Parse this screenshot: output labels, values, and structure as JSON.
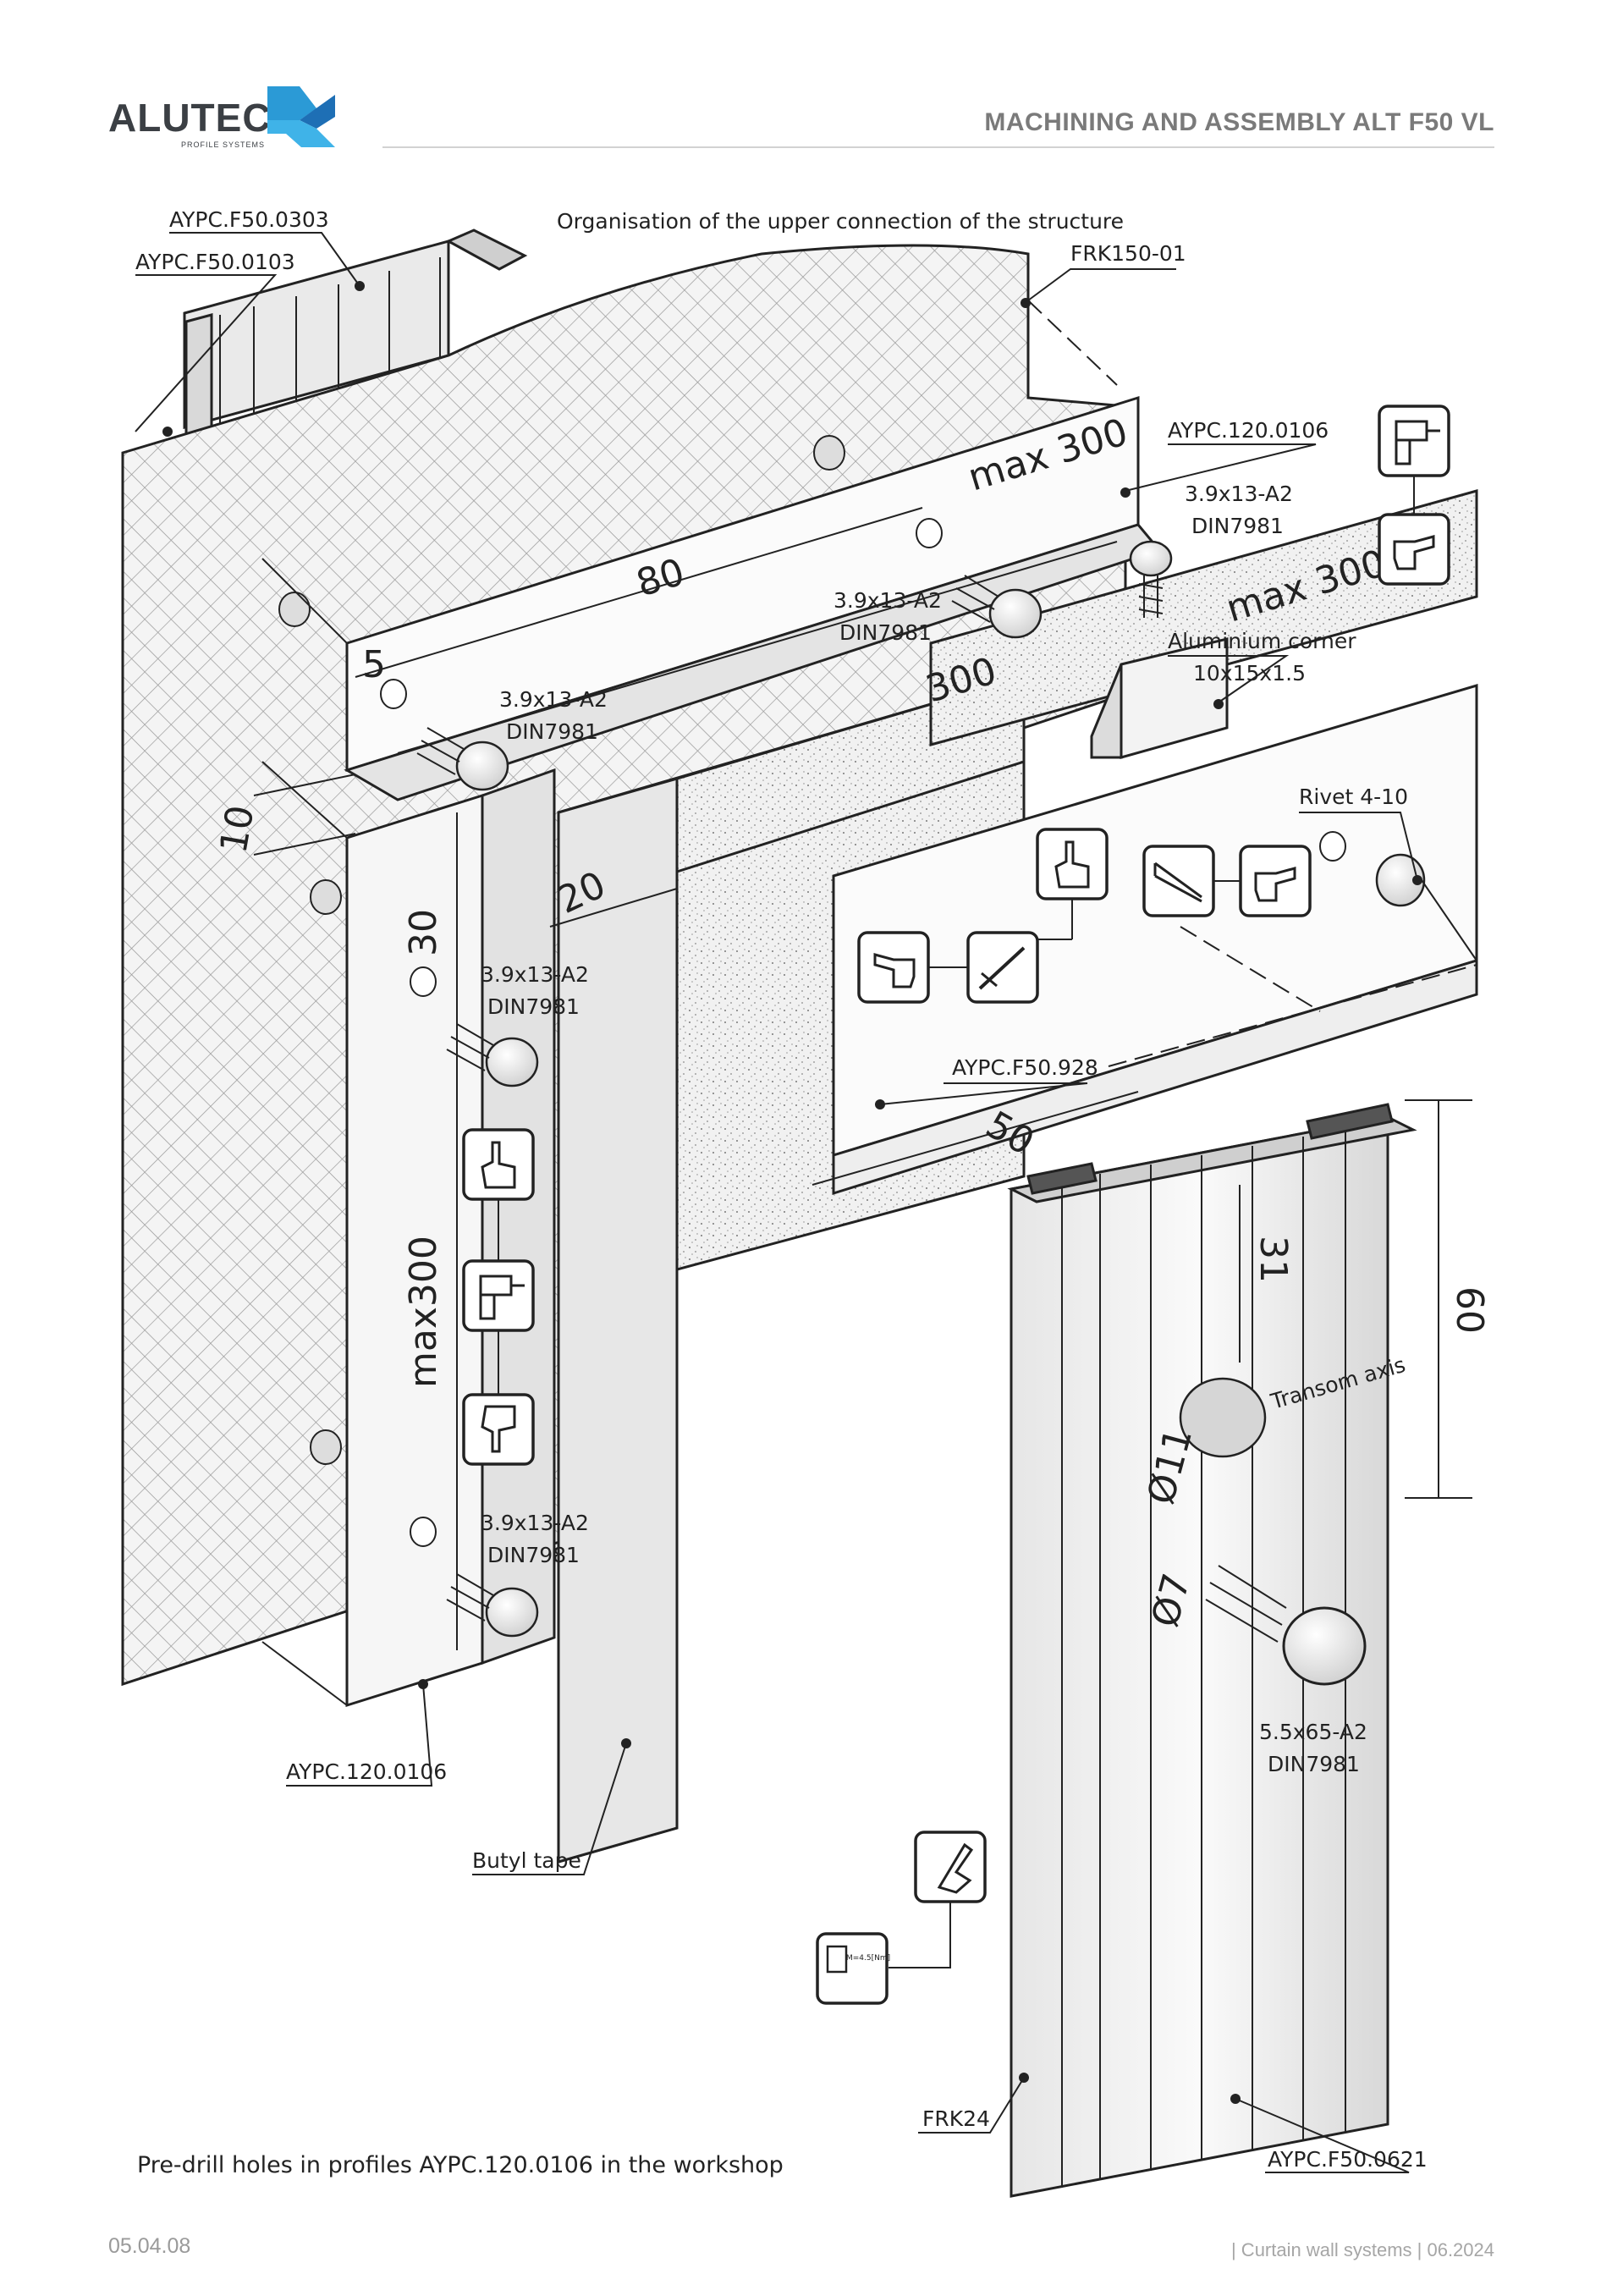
{
  "header": {
    "brand": "ALUTECH",
    "brand_sub": "PROFILE SYSTEMS",
    "title": "MACHINING AND ASSEMBLY ALT F50 VL"
  },
  "diagram": {
    "caption": "Organisation of the upper connection of the structure",
    "labels": {
      "profile_0303": "AYPC.F50.0303",
      "profile_0103": "AYPC.F50.0103",
      "frk150": "FRK150-01",
      "ayp_0106_top": "AYPC.120.0106",
      "ayp_0106_bottom": "AYPC.120.0106",
      "screw_top_right": "3.9x13-A2",
      "screw_top_right_std": "DIN7981",
      "screw_mid": "3.9x13-A2",
      "screw_mid_std": "DIN7981",
      "screw_left": "3.9x13-A2",
      "screw_left_std": "DIN7981",
      "screw_vert_1": "3.9x13-A2",
      "screw_vert_1_std": "DIN7981",
      "screw_vert_2": "3.9x13-A2",
      "screw_vert_2_std": "DIN7981",
      "aluminium_corner": "Aluminium corner",
      "aluminium_corner_size": "10x15x1.5",
      "rivet": "Rivet 4-10",
      "ayp_928": "AYPC.F50.928",
      "transom_axis": "Transom axis",
      "screw_big": "5.5x65-A2",
      "screw_big_std": "DIN7981",
      "butyl_tape": "Butyl tape",
      "frk24": "FRK24",
      "ayp_0621": "AYPC.F50.0621"
    },
    "dimensions": {
      "max300_top": "max 300",
      "max300_right": "max 300",
      "d80": "80",
      "d300": "300",
      "d5": "5",
      "d10": "10",
      "d30": "30",
      "d20": "20",
      "d50": "50",
      "max300_vertical": "max300",
      "d31": "31",
      "d60": "60",
      "dia11": "Ø11",
      "dia7": "Ø7"
    },
    "torque_label": "M=4.5[Nm]",
    "note": "Pre-drill holes in profiles AYPC.120.0106 in the workshop"
  },
  "footer": {
    "page": "05.04.08",
    "right": "| Curtain wall systems | 06.2024"
  }
}
